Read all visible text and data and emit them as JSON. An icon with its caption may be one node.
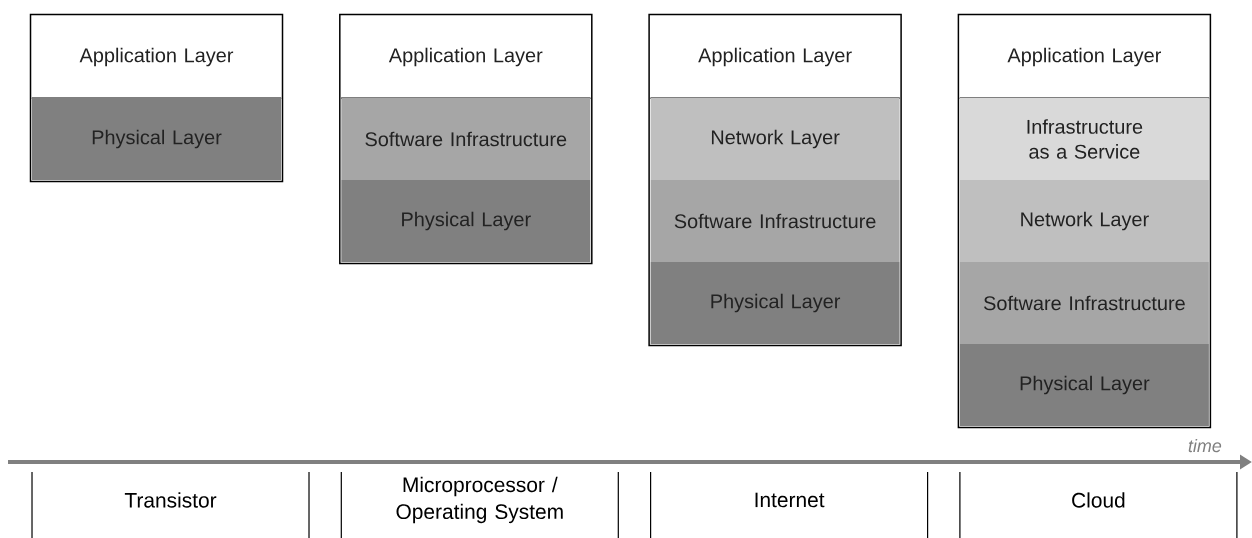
{
  "diagram": {
    "nodes": [
      {
        "text": [],
        "shape": "box"
      },
      {
        "text": [
          "Application Layer"
        ],
        "in": 0
      },
      {
        "text": [
          "Physical Layer"
        ],
        "in": 0
      },
      {
        "text": [],
        "shape": "box"
      },
      {
        "text": [
          "Application Layer"
        ],
        "in": 3
      },
      {
        "text": [
          "Software Infrastructure"
        ],
        "in": 3
      },
      {
        "text": [
          "Physical Layer"
        ],
        "in": 3
      },
      {
        "text": [],
        "shape": "box"
      },
      {
        "text": [
          "Application Layer"
        ],
        "in": 7
      },
      {
        "text": [
          "Network Layer"
        ],
        "in": 7
      },
      {
        "text": [
          "Software Infrastructure"
        ],
        "in": 7
      },
      {
        "text": [
          "Physical Layer"
        ],
        "in": 7
      },
      {
        "text": [],
        "shape": "box"
      },
      {
        "text": [
          "Application Layer"
        ],
        "in": 12
      },
      {
        "text": [
          "Infrastructure as a Service"
        ],
        "in": 12
      },
      {
        "text": [
          "Network Layer"
        ],
        "in": 12
      },
      {
        "text": [
          "Software Infrastructure"
        ],
        "in": 12
      },
      {
        "text": [
          "Physical Layer"
        ],
        "in": 12
      },
      {
        "text": [
          "Transistor"
        ]
      },
      {
        "text": [
          "Microprocessor / Operating System"
        ]
      },
      {
        "text": [
          "Internet"
        ]
      },
      {
        "text": [
          "Cloud"
        ]
      }
    ],
    "labels": [
      "time"
    ]
  }
}
